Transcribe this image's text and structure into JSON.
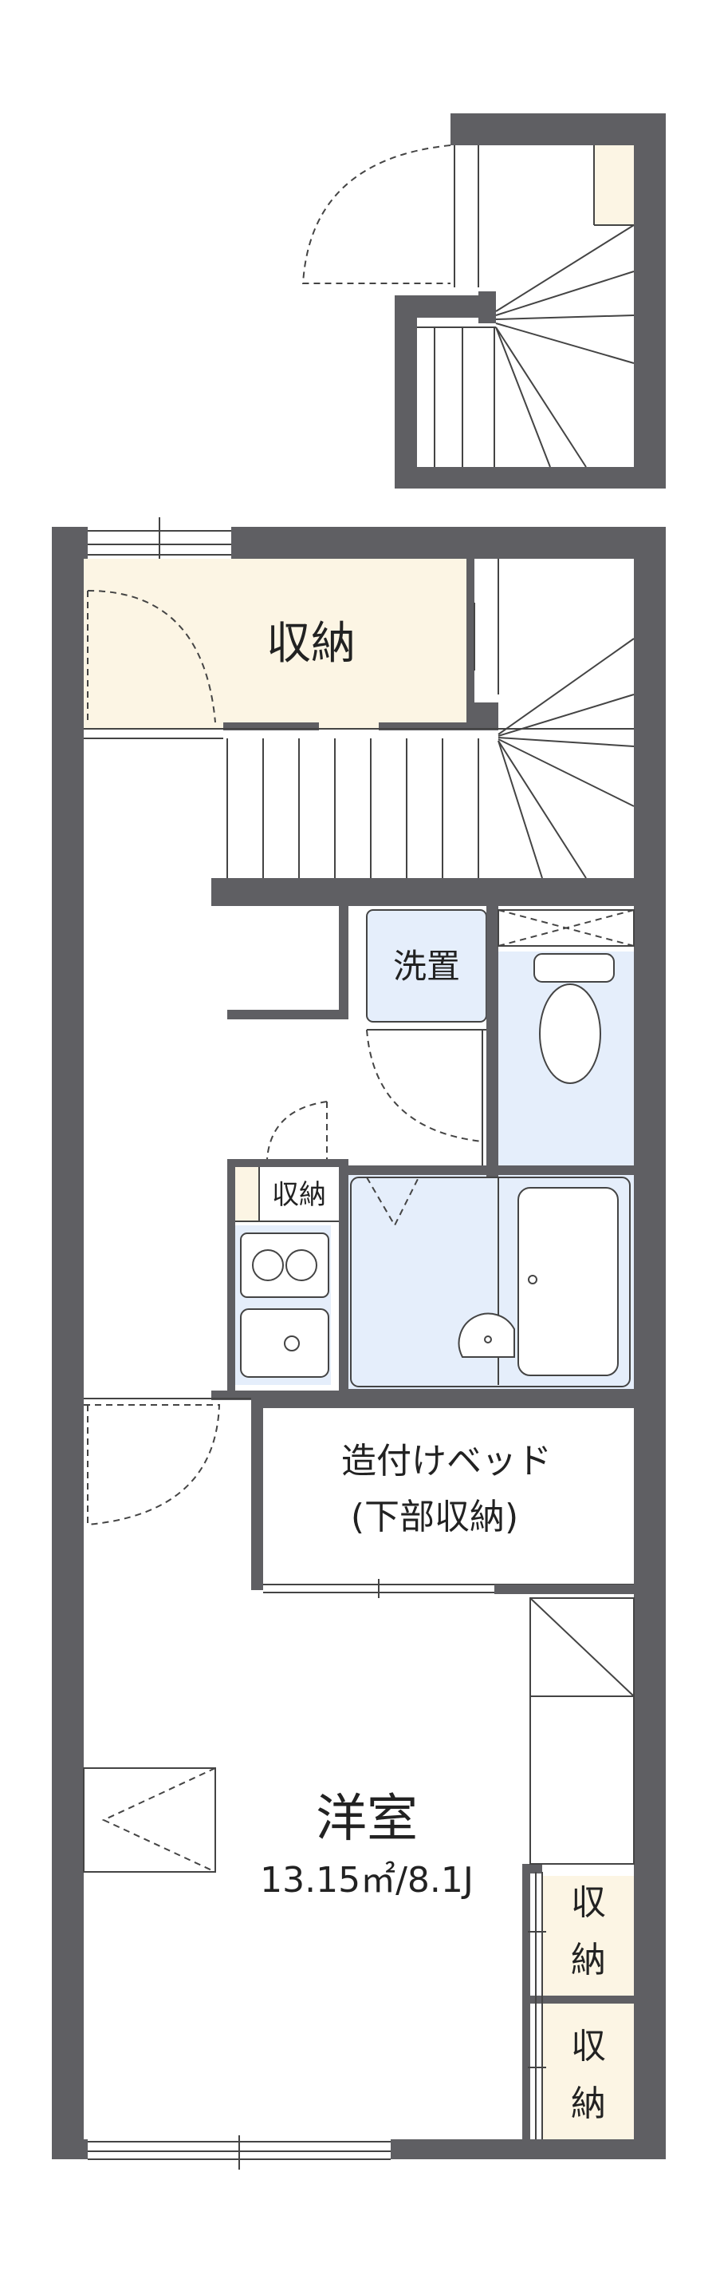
{
  "colors": {
    "wall": "#5f5f63",
    "line": "#444444",
    "storage_fill": "#fcf5e4",
    "wet_fill": "#e5eefb",
    "background": "#ffffff"
  },
  "rooms": {
    "storage_top": "収納",
    "washer_space": "洗置",
    "kitchen_storage": "収納",
    "loft_bed_line1": "造付けベッド",
    "loft_bed_line2": "(下部収納)",
    "western_room_name": "洋室",
    "western_room_size": "13.15㎡/8.1J",
    "closet_1_top": "収",
    "closet_1_bottom": "納",
    "closet_2_top": "収",
    "closet_2_bottom": "納"
  }
}
